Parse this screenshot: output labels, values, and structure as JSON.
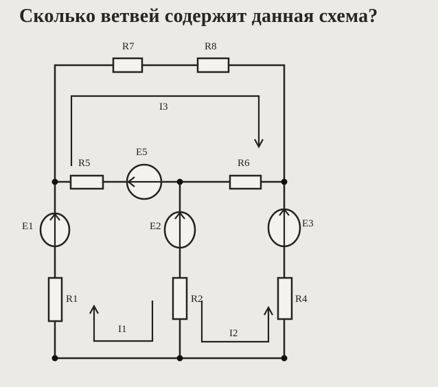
{
  "question": "Сколько ветвей содержит данная схема?",
  "labels": {
    "r1": "R1",
    "r2": "R2",
    "r4": "R4",
    "r5": "R5",
    "r6": "R6",
    "r7": "R7",
    "r8": "R8",
    "e1": "E1",
    "e2": "E2",
    "e3": "E3",
    "e5": "E5",
    "i1": "I1",
    "i2": "I2",
    "i3": "I3"
  },
  "colors": {
    "background": "#eceae6",
    "ink": "#222222"
  }
}
